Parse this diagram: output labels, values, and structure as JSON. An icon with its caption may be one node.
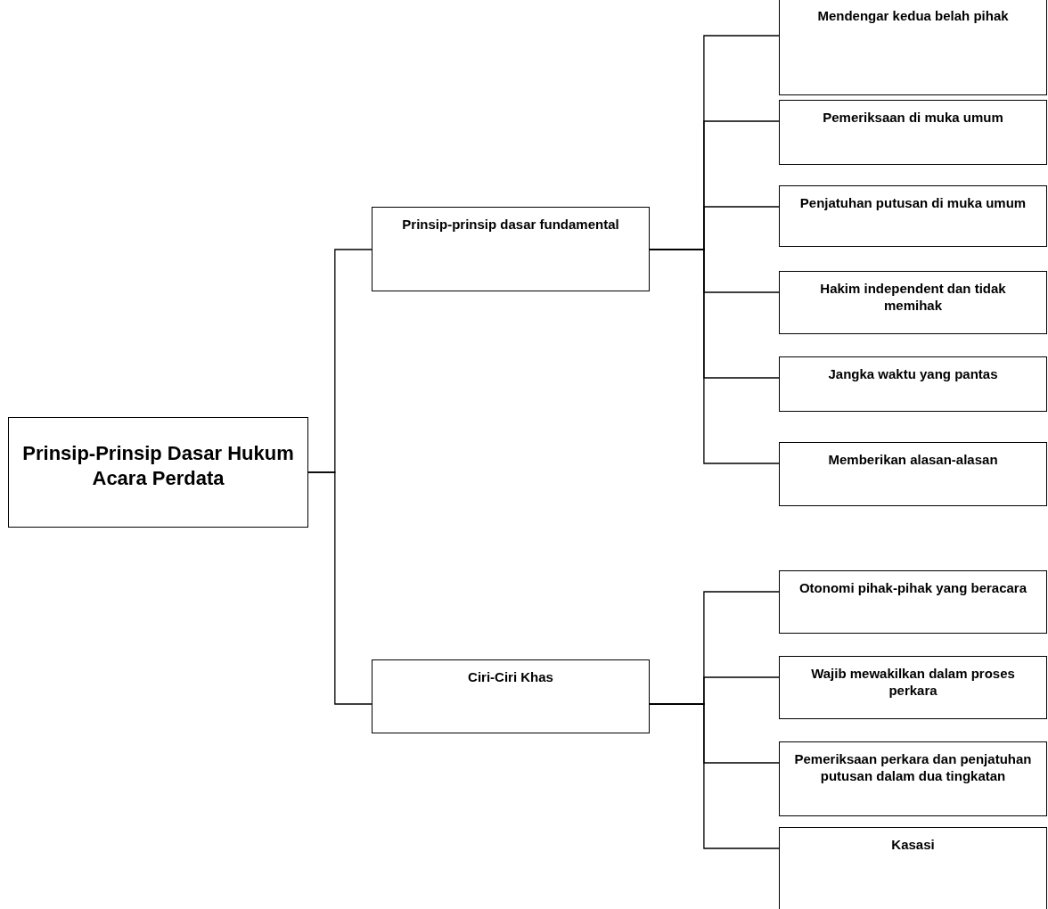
{
  "diagram": {
    "nodes": [
      {
        "text": [
          "Prinsip-Prinsip Dasar Hukum Acara Perdata"
        ]
      },
      {
        "text": [
          "Prinsip-prinsip dasar fundamental"
        ]
      },
      {
        "text": [
          "Mendengar kedua belah pihak"
        ]
      },
      {
        "text": [
          "Pemeriksaan di muka umum"
        ]
      },
      {
        "text": [
          "Penjatuhan putusan di muka umum"
        ]
      },
      {
        "text": [
          "Hakim independent dan tidak memihak"
        ]
      },
      {
        "text": [
          "Jangka waktu yang pantas"
        ]
      },
      {
        "text": [
          "Memberikan alasan-alasan"
        ]
      },
      {
        "text": [
          "Ciri-Ciri Khas"
        ]
      },
      {
        "text": [
          "Otonomi pihak-pihak yang beracara"
        ]
      },
      {
        "text": [
          "Wajib mewakilkan dalam proses perkara"
        ]
      },
      {
        "text": [
          "Pemeriksaan perkara dan penjatuhan putusan dalam dua tingkatan"
        ]
      },
      {
        "text": [
          "Kasasi"
        ]
      }
    ],
    "edges": [
      {
        "from": 0,
        "to": 1,
        "arrow": "none"
      },
      {
        "from": 0,
        "to": 8,
        "arrow": "none"
      },
      {
        "from": 1,
        "to": 2,
        "arrow": "none"
      },
      {
        "from": 1,
        "to": 3,
        "arrow": "none"
      },
      {
        "from": 1,
        "to": 4,
        "arrow": "none"
      },
      {
        "from": 1,
        "to": 5,
        "arrow": "none"
      },
      {
        "from": 1,
        "to": 6,
        "arrow": "none"
      },
      {
        "from": 1,
        "to": 7,
        "arrow": "none"
      },
      {
        "from": 8,
        "to": 9,
        "arrow": "none"
      },
      {
        "from": 8,
        "to": 10,
        "arrow": "none"
      },
      {
        "from": 8,
        "to": 11,
        "arrow": "none"
      },
      {
        "from": 8,
        "to": 12,
        "arrow": "none"
      }
    ]
  }
}
